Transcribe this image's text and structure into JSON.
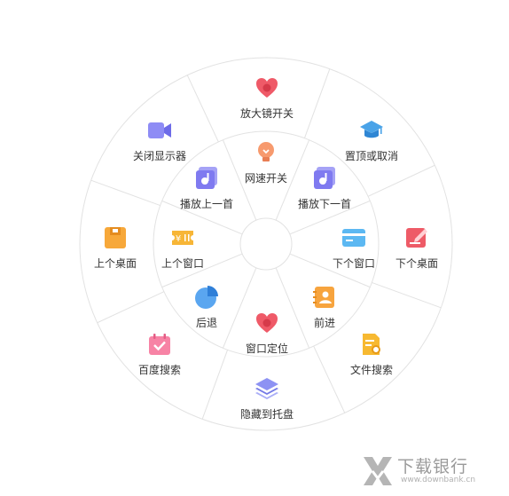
{
  "wheel": {
    "colors": {
      "ring_stroke": "#e2e2e2",
      "background": "#ffffff"
    },
    "outer_ring": [
      {
        "id": "zoom",
        "label": "放大镜开关",
        "icon": "heart-icon",
        "color": "#ef5a68"
      },
      {
        "id": "pin",
        "label": "置顶或取消",
        "icon": "graduation-cap-icon",
        "color": "#4aa3e8"
      },
      {
        "id": "next-desktop",
        "label": "下个桌面",
        "icon": "edit-note-icon",
        "color": "#ee5b67"
      },
      {
        "id": "file-search",
        "label": "文件搜索",
        "icon": "document-search-icon",
        "color": "#f7b931"
      },
      {
        "id": "hide-tray",
        "label": "隐藏到托盘",
        "icon": "layers-icon",
        "color": "#8d92f3"
      },
      {
        "id": "baidu-search",
        "label": "百度搜索",
        "icon": "calendar-check-icon",
        "color": "#f783a5"
      },
      {
        "id": "prev-desktop",
        "label": "上个桌面",
        "icon": "folder-icon",
        "color": "#f7a83a"
      },
      {
        "id": "close-display",
        "label": "关闭显示器",
        "icon": "video-camera-icon",
        "color": "#8e8cf5"
      }
    ],
    "inner_ring": [
      {
        "id": "net-speed",
        "label": "网速开关",
        "icon": "lightbulb-icon",
        "color": "#f79a6e"
      },
      {
        "id": "play-next",
        "label": "播放下一首",
        "icon": "music-note-icon",
        "color": "#7f7af0"
      },
      {
        "id": "next-window",
        "label": "下个窗口",
        "icon": "window-card-icon",
        "color": "#5cb8f2"
      },
      {
        "id": "forward",
        "label": "前进",
        "icon": "contact-card-icon",
        "color": "#f7a43e"
      },
      {
        "id": "locate-window",
        "label": "窗口定位",
        "icon": "heart-icon",
        "color": "#ef5a68"
      },
      {
        "id": "back",
        "label": "后退",
        "icon": "pie-chart-icon",
        "color": "#5aa6f0"
      },
      {
        "id": "prev-window",
        "label": "上个窗口",
        "icon": "ticket-yen-icon",
        "color": "#f7b637"
      },
      {
        "id": "play-prev",
        "label": "播放上一首",
        "icon": "music-note-icon",
        "color": "#7f7af0"
      }
    ]
  },
  "watermark": {
    "title": "下载银行",
    "url": "www.downbank.cn",
    "color": "#9a9a9a"
  }
}
